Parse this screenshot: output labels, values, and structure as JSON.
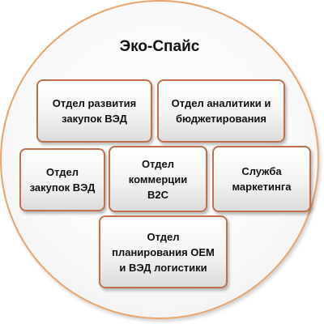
{
  "title": "Эко-Спайс",
  "units": [
    {
      "label": "Отдел развития\nзакупок ВЭД"
    },
    {
      "label": "Отдел аналитики и\nбюджетирования"
    },
    {
      "label": "Отдел\nзакупок ВЭД"
    },
    {
      "label": "Отдел\nкоммерции\nB2C"
    },
    {
      "label": "Служба\nмаркетинга"
    },
    {
      "label": "Отдел\nпланирования ОЕМ\nи ВЭД логистики"
    }
  ],
  "colors": {
    "box_border": "#c0704a",
    "circle_border": "#e8a46a",
    "text": "#111111"
  }
}
